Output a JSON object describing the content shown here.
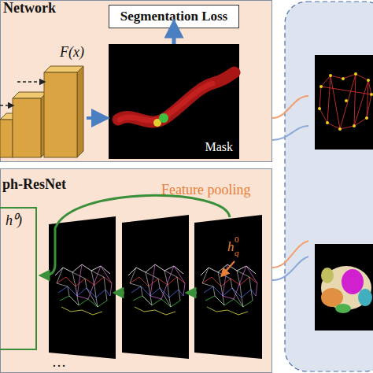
{
  "diagram": {
    "nodes": [
      {
        "text": [
          "Network"
        ]
      },
      {
        "text": [
          "Segmentation Loss"
        ],
        "in": 0
      },
      {
        "text": [
          "Mask"
        ],
        "in": 0
      },
      {
        "text": [
          "ph-ResNet"
        ]
      },
      {
        "text": [
          "h⁰)"
        ],
        "in": 3
      }
    ],
    "edges": [
      {
        "from": 2,
        "to": 1,
        "arrow": "to"
      }
    ],
    "labels": [
      "F(x)",
      "Feature pooling",
      "h",
      "q",
      "0",
      "…"
    ]
  }
}
